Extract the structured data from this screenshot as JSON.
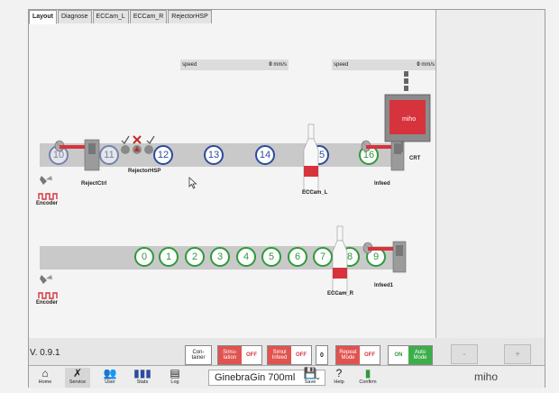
{
  "tabs": [
    "Layout",
    "Diagnose",
    "ECCam_L",
    "ECCam_R",
    "RejectorHSP"
  ],
  "speed": [
    {
      "label": "speed",
      "value": "0",
      "unit": "mm/s"
    },
    {
      "label": "speed",
      "value": "0",
      "unit": "mm/s"
    }
  ],
  "upper_numbers": [
    "10",
    "11",
    "12",
    "13",
    "14",
    "15",
    "16"
  ],
  "lower_numbers": [
    "0",
    "1",
    "2",
    "3",
    "4",
    "5",
    "6",
    "7",
    "8",
    "9"
  ],
  "labels": {
    "reject_ctrl": "RejectCtrl",
    "rejector": "RejectorHSP",
    "eccam_l": "ECCam_L",
    "infeed": "Infeed",
    "crt": "CRT",
    "encoder1": "Encoder",
    "encoder2": "Encoder",
    "eccam_r": "ECCam_R",
    "infeed1": "Infeed1",
    "miho_box": "miho"
  },
  "version": "V. 0.9.1",
  "controls": {
    "container": "Con-\ntainer",
    "simulation": "Simu-\nlation",
    "simulation_state": "OFF",
    "simul_infeed": "Simul\nInfeed",
    "simul_infeed_state": "OFF",
    "counter": "0",
    "repeat_mode": "Repeat\nMode",
    "repeat_state": "OFF",
    "on": "ON",
    "auto_mode": "Auto\nMode",
    "minus": "-",
    "plus": "+"
  },
  "toolbar": {
    "home": "Home",
    "service": "Service",
    "user": "User",
    "stats": "Stats",
    "log": "Log",
    "product": "GinebraGin 700ml",
    "save": "Save",
    "help": "Help",
    "confirm": "Confirm",
    "brand": "miho"
  },
  "colors": {
    "blue": "#2b4c9e",
    "green": "#2e9a3a",
    "red": "#d7333c"
  }
}
